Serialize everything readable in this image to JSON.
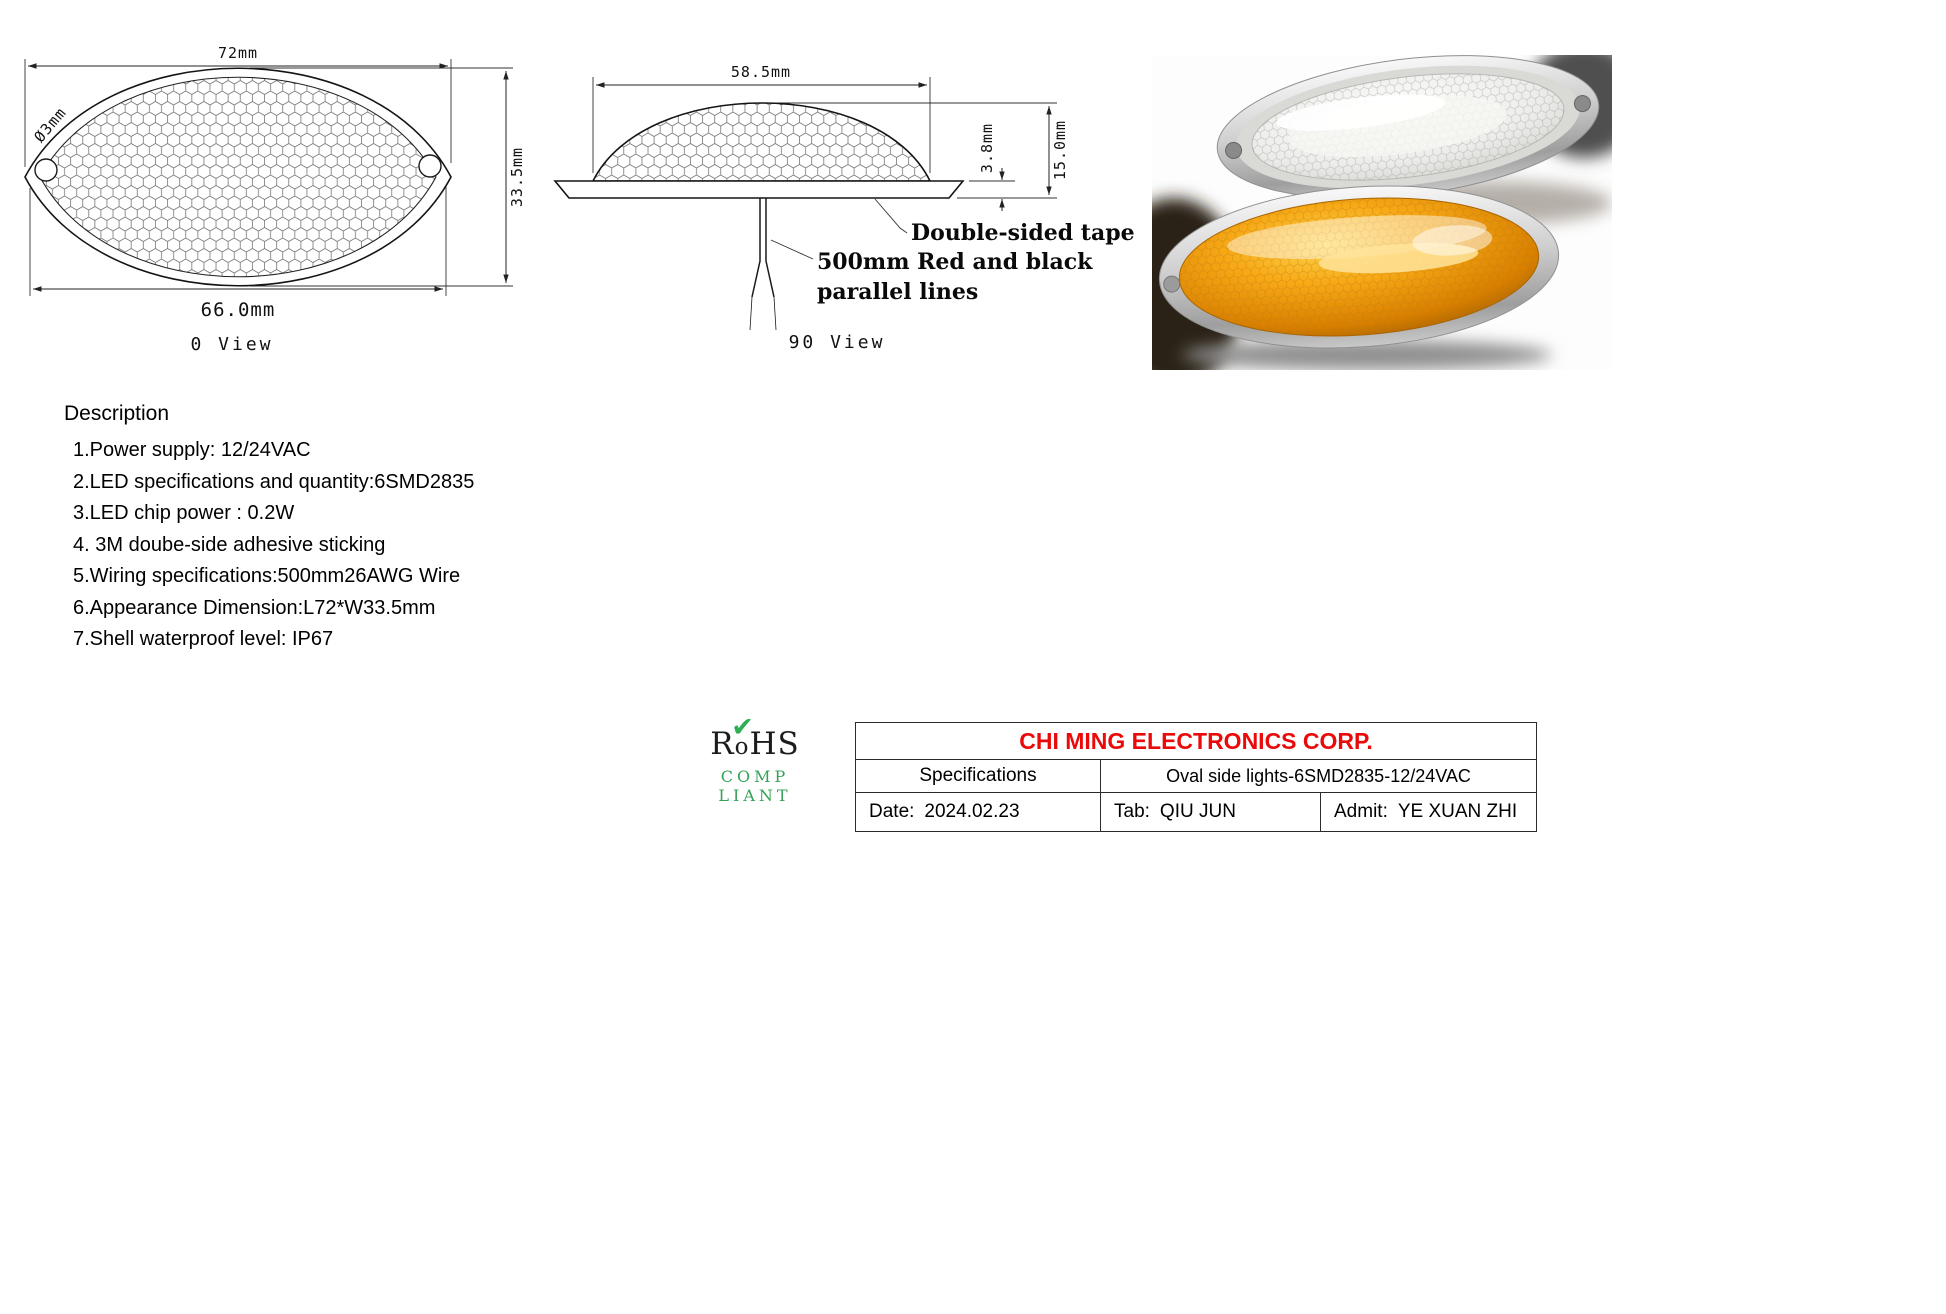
{
  "front_view": {
    "dim_top": "72mm",
    "dim_hole": "Ø3mm",
    "dim_height": "33.5mm",
    "dim_bottom": "66.0mm",
    "label": "0 View"
  },
  "side_view": {
    "dim_top": "58.5mm",
    "dim_thickness": "3.8mm",
    "dim_height": "15.0mm",
    "note_tape": "Double-sided tape",
    "note_wire_line1": "500mm Red and black",
    "note_wire_line2": "parallel lines",
    "label": "90 View"
  },
  "description": {
    "title": "Description",
    "items": [
      "1.Power supply: 12/24VAC",
      "2.LED specifications and quantity:6SMD2835",
      "3.LED chip power : 0.2W",
      "4. 3M doube-side adhesive sticking",
      "5.Wiring specifications:500mm26AWG Wire",
      "6.Appearance Dimension:L72*W33.5mm",
      "7.Shell waterproof level: IP67"
    ]
  },
  "rohs": {
    "part1": "R",
    "part2": "o",
    "part3": "HS",
    "check": "✔",
    "subtitle": "COMP LIANT"
  },
  "title_block": {
    "company": "CHI MING ELECTRONICS CORP.",
    "spec_label": "Specifications",
    "spec_value": "Oval side lights-6SMD2835-12/24VAC",
    "date_label": "Date:",
    "date_value": "2024.02.23",
    "tab_label": "Tab:",
    "tab_value": "QIU JUN",
    "admit_label": "Admit:",
    "admit_value": "YE XUAN ZHI"
  }
}
